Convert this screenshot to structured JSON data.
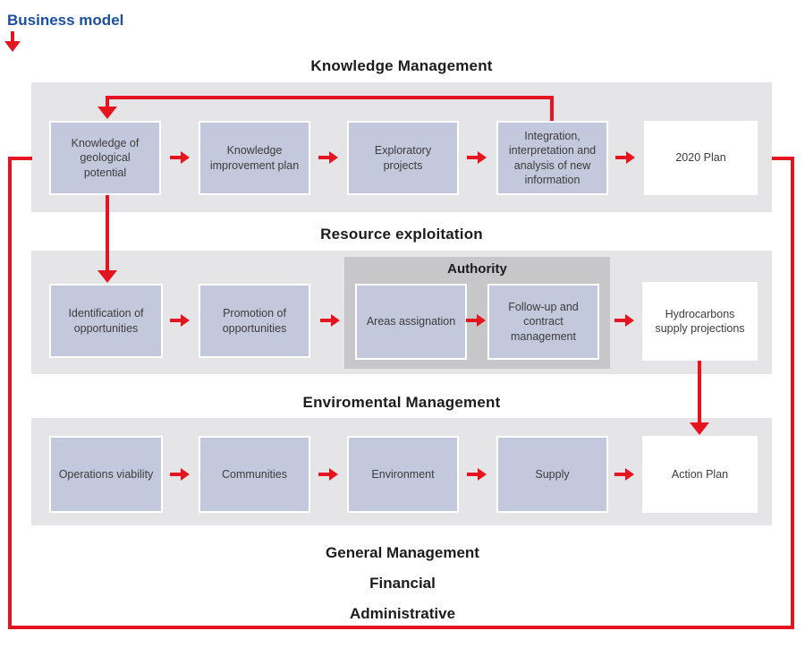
{
  "page": {
    "label": "Business model"
  },
  "colors": {
    "accent_red": "#e6141e",
    "title_blue": "#1a4f9e",
    "panel_gray": "#e5e5e7",
    "authority_gray": "#c7c7c9",
    "box_lavender": "#c4c8dd"
  },
  "sections": [
    {
      "title": "Knowledge Management",
      "boxes": [
        {
          "label": "Knowledge of geological potential"
        },
        {
          "label": "Knowledge improvement plan"
        },
        {
          "label": "Exploratory projects"
        },
        {
          "label": "Integration, interpretation and analysis of new information"
        },
        {
          "label": "2020 Plan"
        }
      ]
    },
    {
      "title": "Resource exploitation",
      "authority_title": "Authority",
      "boxes": [
        {
          "label": "Identification of opportunities"
        },
        {
          "label": "Promotion of opportunities"
        },
        {
          "label": "Areas assignation"
        },
        {
          "label": "Follow-up and contract management"
        },
        {
          "label": "Hydrocarbons supply projections"
        }
      ]
    },
    {
      "title": "Enviromental Management",
      "boxes": [
        {
          "label": "Operations viability"
        },
        {
          "label": "Communities"
        },
        {
          "label": "Environment"
        },
        {
          "label": "Supply"
        },
        {
          "label": "Action Plan"
        }
      ]
    }
  ],
  "footer": {
    "labels": [
      "General Management",
      "Financial",
      "Administrative"
    ]
  }
}
